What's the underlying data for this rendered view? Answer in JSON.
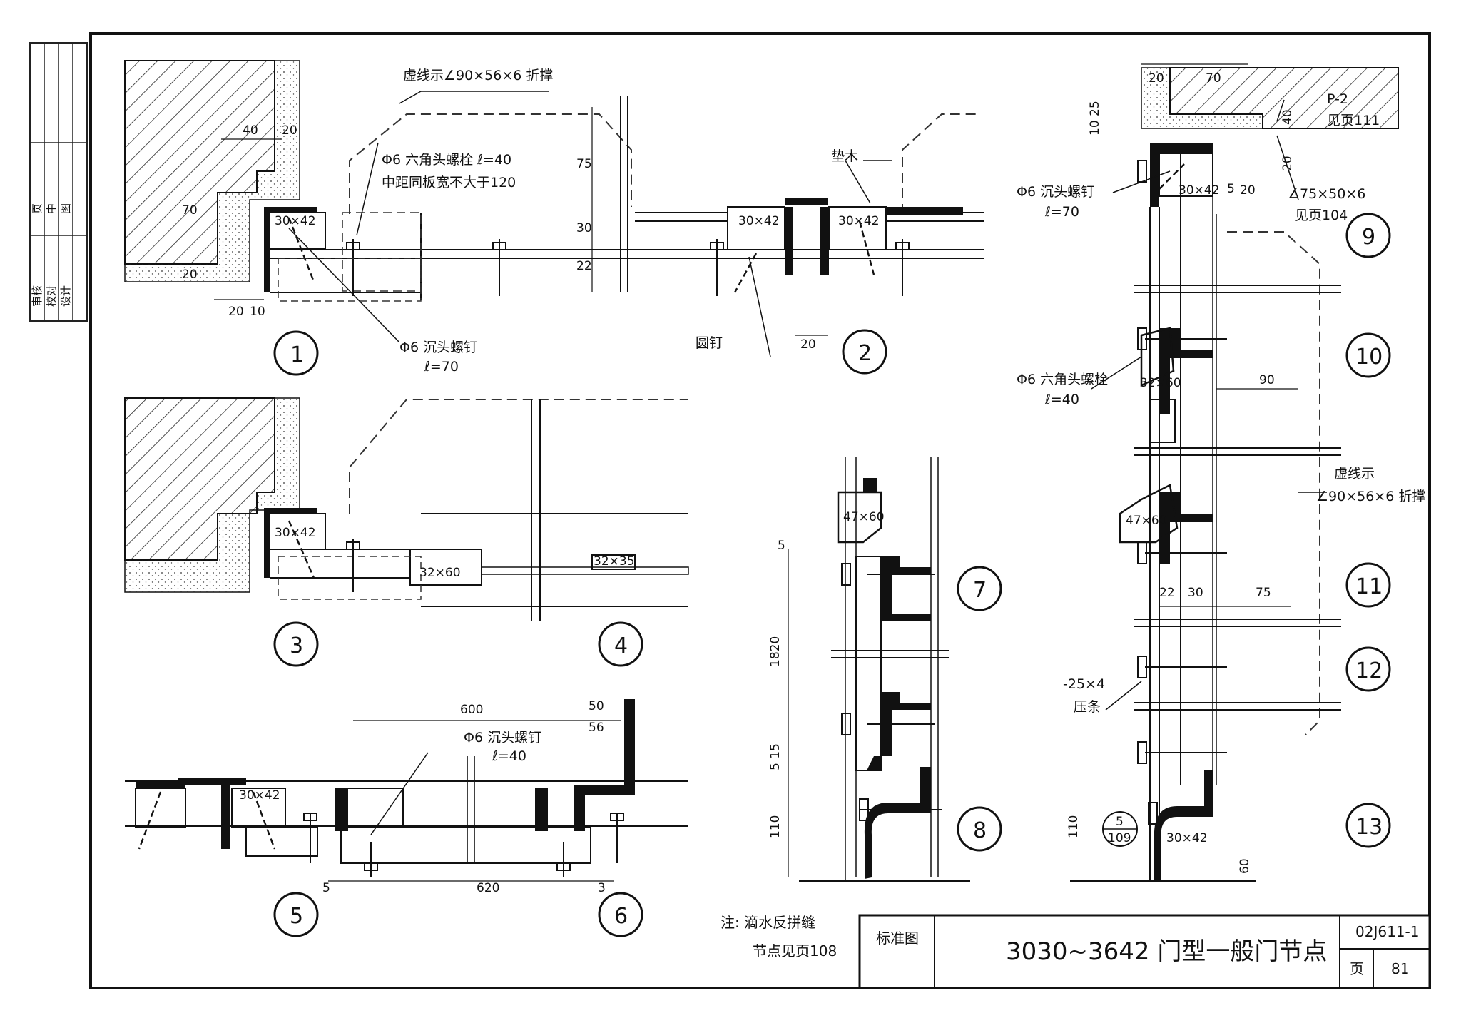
{
  "side_stamp": {
    "rows": [
      "审核",
      "校对",
      "设计",
      "页",
      "中",
      "图"
    ]
  },
  "title_block": {
    "note_line1": "注: 滴水反拼缝",
    "note_line2": "节点见页108",
    "std_label": "标准图",
    "title": "3030~3642 门型一般门节点",
    "code": "02J611-1",
    "page_label": "页",
    "page_num": "81"
  },
  "details": {
    "d1": "1",
    "d2": "2",
    "d3": "3",
    "d4": "4",
    "d5": "5",
    "d6": "6",
    "d7": "7",
    "d8": "8",
    "d9": "9",
    "d10": "10",
    "d11": "11",
    "d12": "12",
    "d13": "13"
  },
  "labels": {
    "dashed_brace_top": "虚线示∠90×56×6 折撑",
    "bolt_hex": "Φ6 六角头螺栓 ℓ=40",
    "bolt_spacing": "中距同板宽不大于120",
    "pad_wood": "垫木",
    "countersunk_1": "Φ6 沉头螺钉",
    "countersunk_1_len": "ℓ=70",
    "round_nail": "圆钉",
    "countersunk_5": "Φ6 沉头螺钉",
    "countersunk_5_len": "ℓ=40",
    "countersunk_9": "Φ6 沉头螺钉",
    "countersunk_9_len": "ℓ=70",
    "hex_10": "Φ6 六角头螺栓",
    "hex_10_len": "ℓ=40",
    "dashed_brace_right_1": "虚线示",
    "dashed_brace_right_2": "∠90×56×6 折撑",
    "press_strip_size": "-25×4",
    "press_strip": "压条",
    "p2": "P-2",
    "see_111": "见页111",
    "angle_75": "∠75×50×6",
    "see_104": "见页104",
    "ref_num": "5",
    "ref_den": "109"
  },
  "sections": {
    "s30x42": "30×42",
    "s32x60": "32×60",
    "s32x35": "32×35",
    "s47x60": "47×60"
  },
  "dims": {
    "d40": "40",
    "d20": "20",
    "d10": "10",
    "d70": "70",
    "d75": "75",
    "d30": "30",
    "d22": "22",
    "d5": "5",
    "d600": "600",
    "d50": "50",
    "d56": "56",
    "d620": "620",
    "d3": "3",
    "d1820": "1820",
    "d110": "110",
    "d15": "5 15",
    "d90": "90",
    "d60": "60",
    "d25": "10 25",
    "d20b": "20"
  }
}
